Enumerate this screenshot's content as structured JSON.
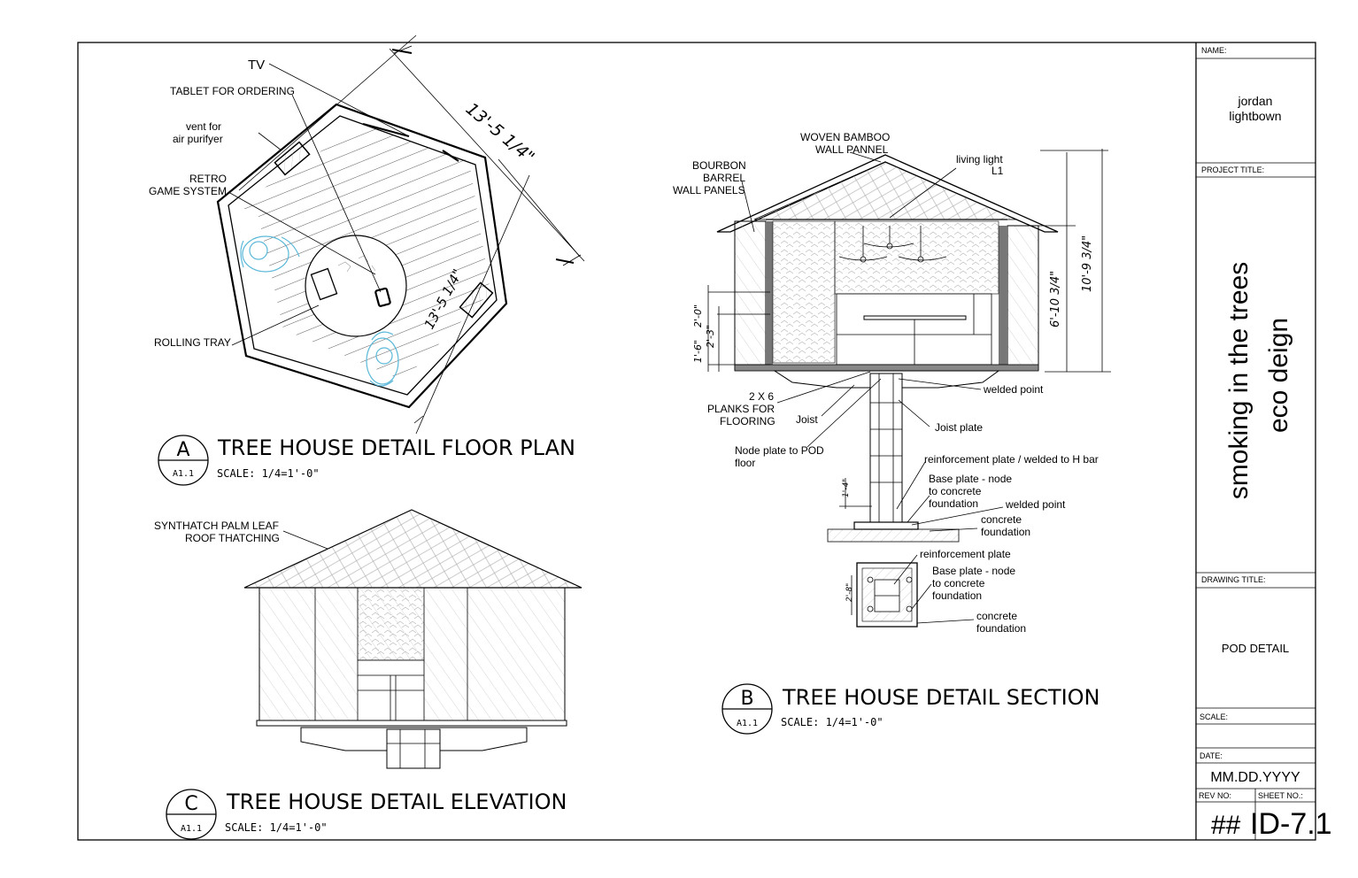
{
  "title_block": {
    "name_label": "NAME:",
    "name_line1": "jordan",
    "name_line2": "lightbown",
    "project_title_label": "PROJECT TITLE:",
    "project_title_line1": "smoking in the trees",
    "project_title_line2": "eco deign",
    "drawing_title_label": "DRAWING TITLE:",
    "drawing_title": "POD DETAIL",
    "scale_label": "SCALE:",
    "date_label": "DATE:",
    "date_value": "MM.DD.YYYY",
    "rev_no_label": "REV NO:",
    "sheet_no_label": "SHEET NO.:",
    "rev_no_value": "##",
    "sheet_no_value": "ID-7.1"
  },
  "view_a": {
    "letter": "A",
    "ref": "A1.1",
    "title": "TREE HOUSE DETAIL FLOOR PLAN",
    "scale": "SCALE: 1/4=1'-0\"",
    "labels": {
      "tv": "TV",
      "tablet": "TABLET FOR ORDERING",
      "vent_1": "vent for",
      "vent_2": "air purifyer",
      "retro_1": "RETRO",
      "retro_2": "GAME SYSTEM",
      "rolling_tray": "ROLLING TRAY",
      "dim_1": "13'-5 1/4\"",
      "dim_2": "13'-5 1/4\""
    }
  },
  "view_b": {
    "letter": "B",
    "ref": "A1.1",
    "title": "TREE HOUSE DETAIL SECTION",
    "scale": "SCALE: 1/4=1'-0\"",
    "labels": {
      "woven_1": "WOVEN BAMBOO",
      "woven_2": "WALL PANNEL",
      "bourbon_1": "BOURBON",
      "bourbon_2": "BARREL",
      "bourbon_3": "WALL PANELS",
      "living_1": "living light",
      "living_2": "L1",
      "planks_1": "2 X 6",
      "planks_2": "PLANKS FOR",
      "planks_3": "FLOORING",
      "joist": "Joist",
      "welded_point_1": "welded point",
      "joist_plate": "Joist plate",
      "node_plate_1": "Node plate to POD",
      "node_plate_2": "floor",
      "reinf_welded": "reinforcement plate /  welded to H bar",
      "base_plate_1": "Base plate - node",
      "base_plate_2": "to concrete",
      "base_plate_3": "foundation",
      "welded_point_2": "welded point",
      "concrete_1a": "concrete",
      "concrete_1b": "foundation",
      "reinf_plate": "reinforcement plate",
      "base_plate_b1": "Base plate - node",
      "base_plate_b2": "to concrete",
      "base_plate_b3": "foundation",
      "concrete_2a": "concrete",
      "concrete_2b": "foundation",
      "dim_total": "10'-9 3/4\"",
      "dim_wall": "6'-10 3/4\"",
      "dim_a": "2'-0\"",
      "dim_b": "2'-3\"",
      "dim_c": "1'-6\"",
      "dim_d": "1'-4\"",
      "dim_e": "2'-8\""
    }
  },
  "view_c": {
    "letter": "C",
    "ref": "A1.1",
    "title": "TREE HOUSE DETAIL ELEVATION",
    "scale": "SCALE: 1/4=1'-0\"",
    "labels": {
      "roof_1": "SYNTHATCH PALM LEAF",
      "roof_2": "ROOF THATCHING"
    }
  }
}
